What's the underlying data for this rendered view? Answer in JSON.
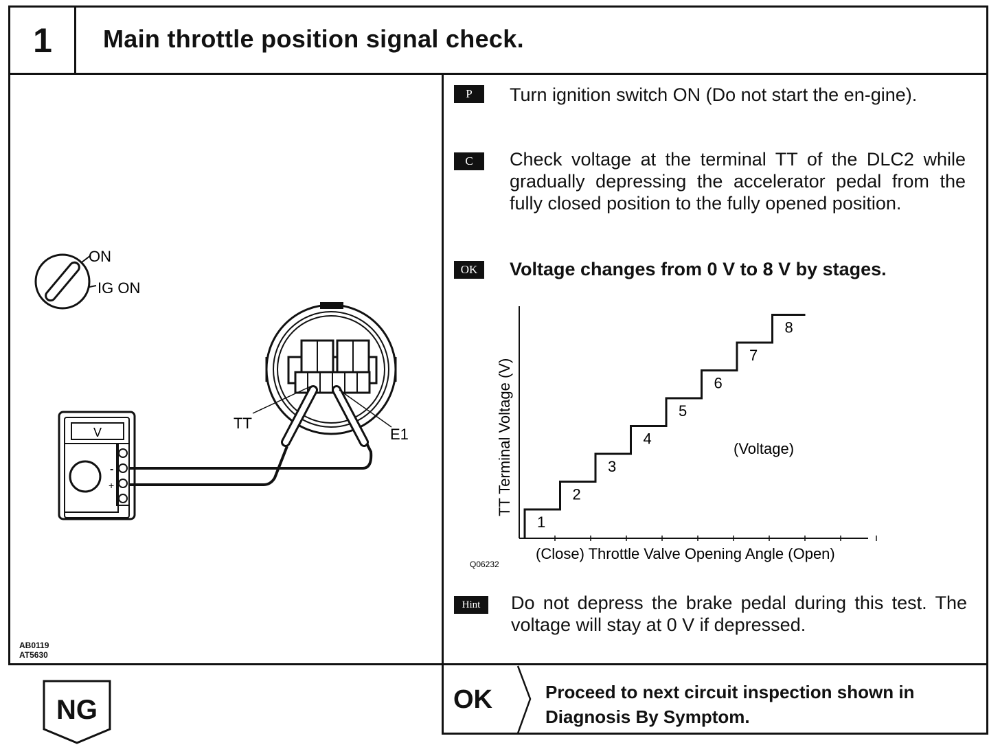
{
  "header": {
    "step_number": "1",
    "title": "Main throttle position signal check."
  },
  "diagram": {
    "switch_on": "ON",
    "switch_ig_on": "IG ON",
    "meter_label": "V",
    "meter_minus": "-",
    "meter_plus": "+",
    "terminal_tt": "TT",
    "terminal_e1": "E1",
    "figure_codes": [
      "AB0119",
      "AT5630"
    ]
  },
  "instructions": [
    {
      "icon": "P",
      "text": "Turn ignition switch ON (Do not start the en-gine)."
    },
    {
      "icon": "C",
      "text": "Check voltage at the terminal TT of the DLC2 while gradually depressing the accelerator pedal from the fully closed position to the fully opened position."
    },
    {
      "icon": "OK",
      "text": "Voltage changes from 0 V to 8 V by stages."
    }
  ],
  "hint": {
    "icon": "Hint",
    "text": "Do not depress the brake pedal during this test. The voltage will stay at 0 V if depressed."
  },
  "chart_data": {
    "type": "line",
    "ylabel": "TT Terminal Voltage (V)",
    "xlabel": "(Close) Throttle Valve Opening Angle (Open)",
    "annotation": "(Voltage)",
    "figure_code": "Q06232",
    "step_labels": [
      "1",
      "2",
      "3",
      "4",
      "5",
      "6",
      "7",
      "8"
    ],
    "steps": [
      1,
      2,
      3,
      4,
      5,
      6,
      7,
      8
    ]
  },
  "footer": {
    "ng_label": "NG",
    "ok_label": "OK",
    "ok_result": "Proceed to next circuit inspection shown in Diagnosis By Symptom."
  }
}
